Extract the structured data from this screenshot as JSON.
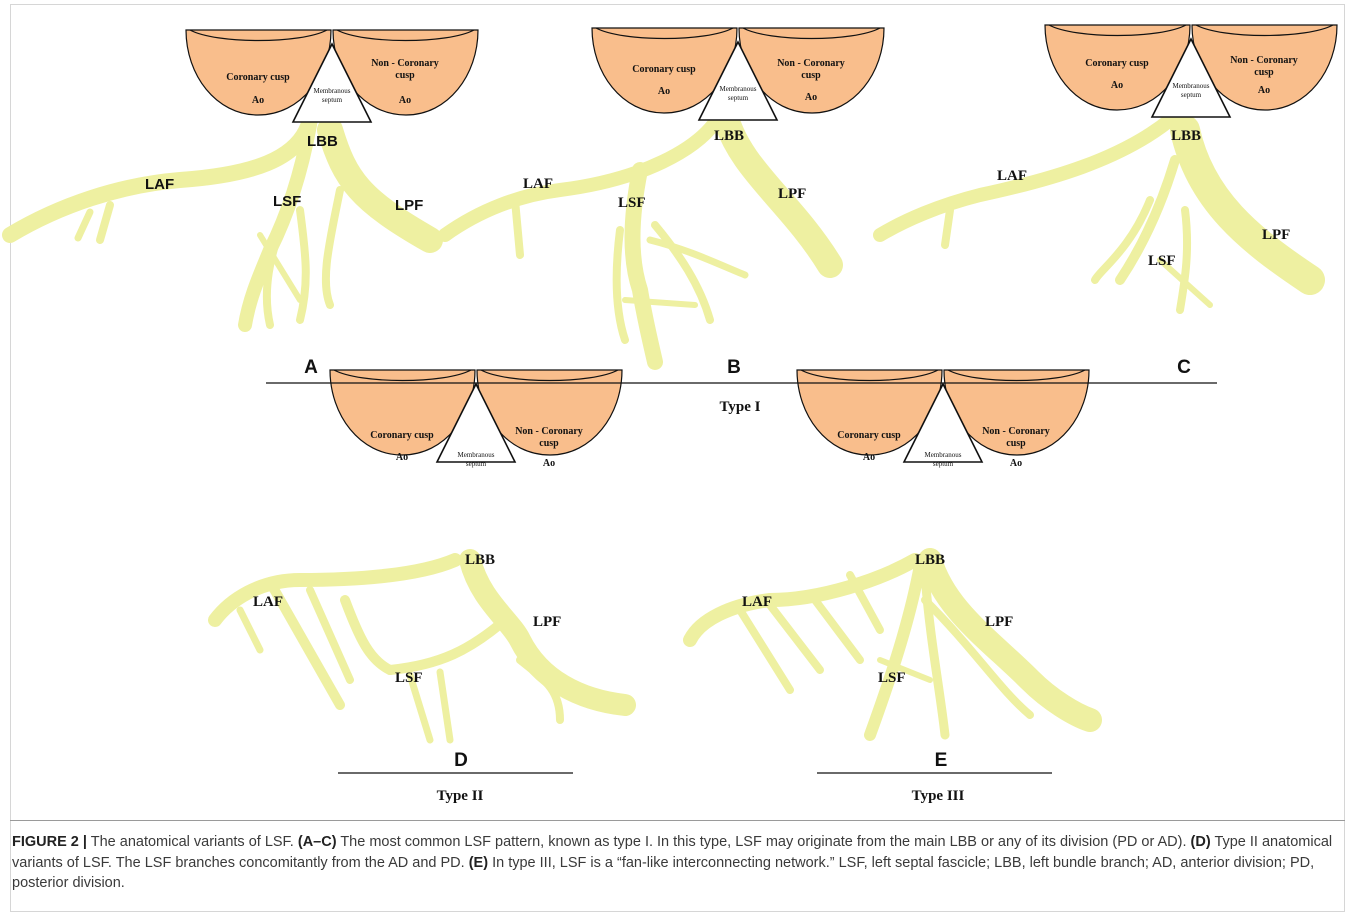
{
  "panels": [
    {
      "id": "A",
      "label": "A"
    },
    {
      "id": "B",
      "label": "B"
    },
    {
      "id": "C",
      "label": "C"
    },
    {
      "id": "D",
      "label": "D"
    },
    {
      "id": "E",
      "label": "E"
    }
  ],
  "labels": {
    "coronary": "Coronary cusp",
    "noncoronary_1": "Non - Coronary",
    "noncoronary_2": "cusp",
    "ao": "Ao",
    "septum_1": "Membranous",
    "septum_2": "septum",
    "lbb": "LBB",
    "laf": "LAF",
    "lsf": "LSF",
    "lpf": "LPF"
  },
  "groups": {
    "type1": "Type I",
    "type2": "Type II",
    "type3": "Type III"
  },
  "caption": {
    "title": "FIGURE 2 |",
    "s1": " The anatomical variants of LSF. ",
    "b1": "(A–C)",
    "s2": " The most common LSF pattern, known as type I. In this type, LSF may originate from the main LBB or any of its division (PD or AD). ",
    "b2": "(D)",
    "s3": " Type II anatomical variants of LSF. The LSF branches concomitantly from the AD and PD. ",
    "b3": "(E)",
    "s4": " In type III, LSF is a “fan-like interconnecting network.” LSF, left septal fascicle; LBB, left bundle branch; AD, anterior division; PD, posterior division."
  },
  "colors": {
    "cusp": "#f9be8c",
    "fascicle": "#eef0a1",
    "line": "#111111"
  }
}
